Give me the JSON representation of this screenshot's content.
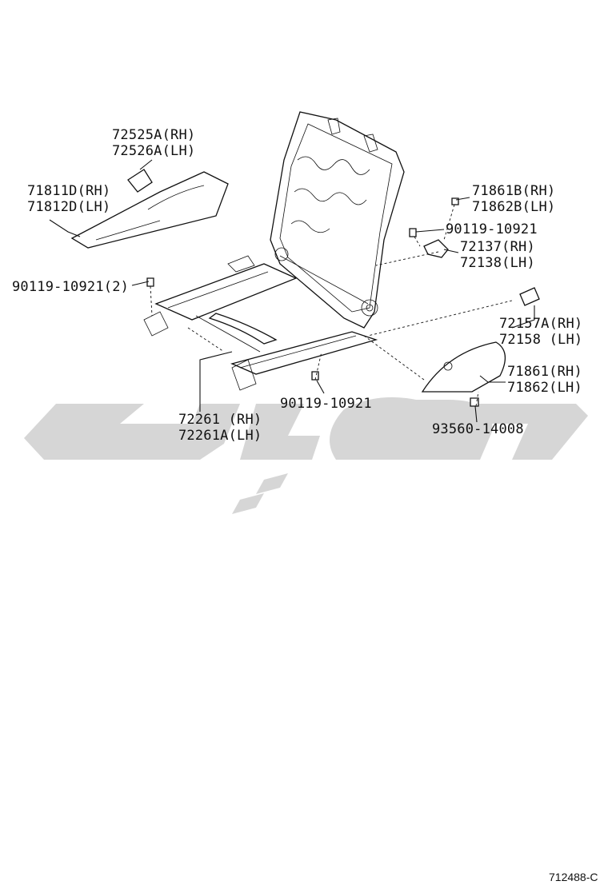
{
  "labels": {
    "p72525A": "72525A(RH)",
    "p72526A": "72526A(LH)",
    "p71811D": "71811D(RH)",
    "p71812D": "71812D(LH)",
    "p71861B": "71861B(RH)",
    "p71862B": "71862B(LH)",
    "p90119_top": "90119-10921",
    "p72137": "72137(RH)",
    "p72138": "72138(LH)",
    "p90119_left": "90119-10921(2)",
    "p72157A": "72157A(RH)",
    "p72158": "72158  (LH)",
    "p71861": "71861(RH)",
    "p71862": "71862(LH)",
    "p90119_bottom": "90119-10921",
    "p72261": "72261  (RH)",
    "p72261A": "72261A(LH)",
    "p93560": "93560-14008"
  },
  "diagram_code": "712488-C",
  "colors": {
    "line": "#111111",
    "watermark": "#d6d6d6",
    "background": "#ffffff"
  }
}
